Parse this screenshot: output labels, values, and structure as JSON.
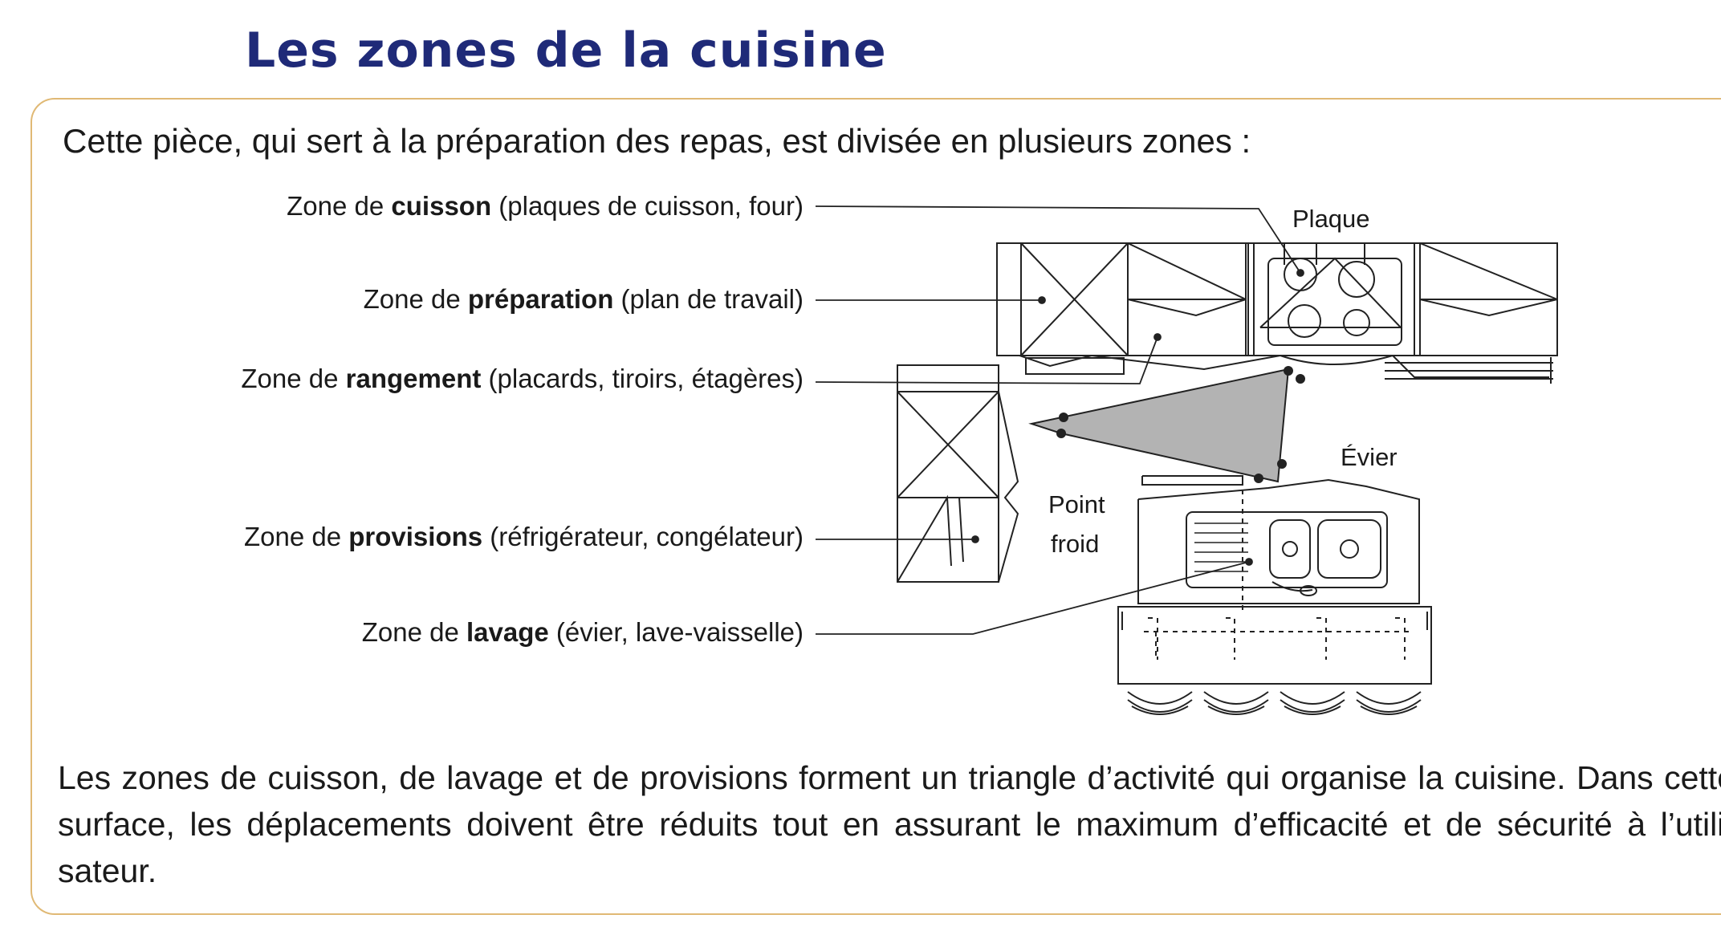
{
  "title": "Les zones de la cuisine",
  "intro": "Cette pièce, qui sert à la préparation des repas, est divisée en plusieurs zones :",
  "zones": [
    {
      "prefix": "Zone de ",
      "name": "cuisson",
      "detail": " (plaques de cuisson, four)"
    },
    {
      "prefix": "Zone de ",
      "name": "préparation",
      "detail": " (plan de travail)"
    },
    {
      "prefix": "Zone de ",
      "name": "rangement",
      "detail": " (placards, tiroirs, étagères)"
    },
    {
      "prefix": "Zone de ",
      "name": "provisions",
      "detail": " (réfrigérateur, congélateur)"
    },
    {
      "prefix": "Zone de ",
      "name": "lavage",
      "detail": " (évier, lave-vaisselle)"
    }
  ],
  "plan_labels": {
    "plaque": "Plaque",
    "evier": "Évier",
    "point": "Point",
    "froid": "froid"
  },
  "conclusion": "Les zones de cuisson, de lavage et de provisions forment un triangle d’activité qui organise la cuisine. Dans cette surface, les déplacements doivent être réduits tout en assurant le maximum d’efficacité et de sécurité à l’utili-sateur.",
  "colors": {
    "title": "#1f2a78",
    "frame": "#e0b975",
    "triangle": "#b3b3b3"
  }
}
